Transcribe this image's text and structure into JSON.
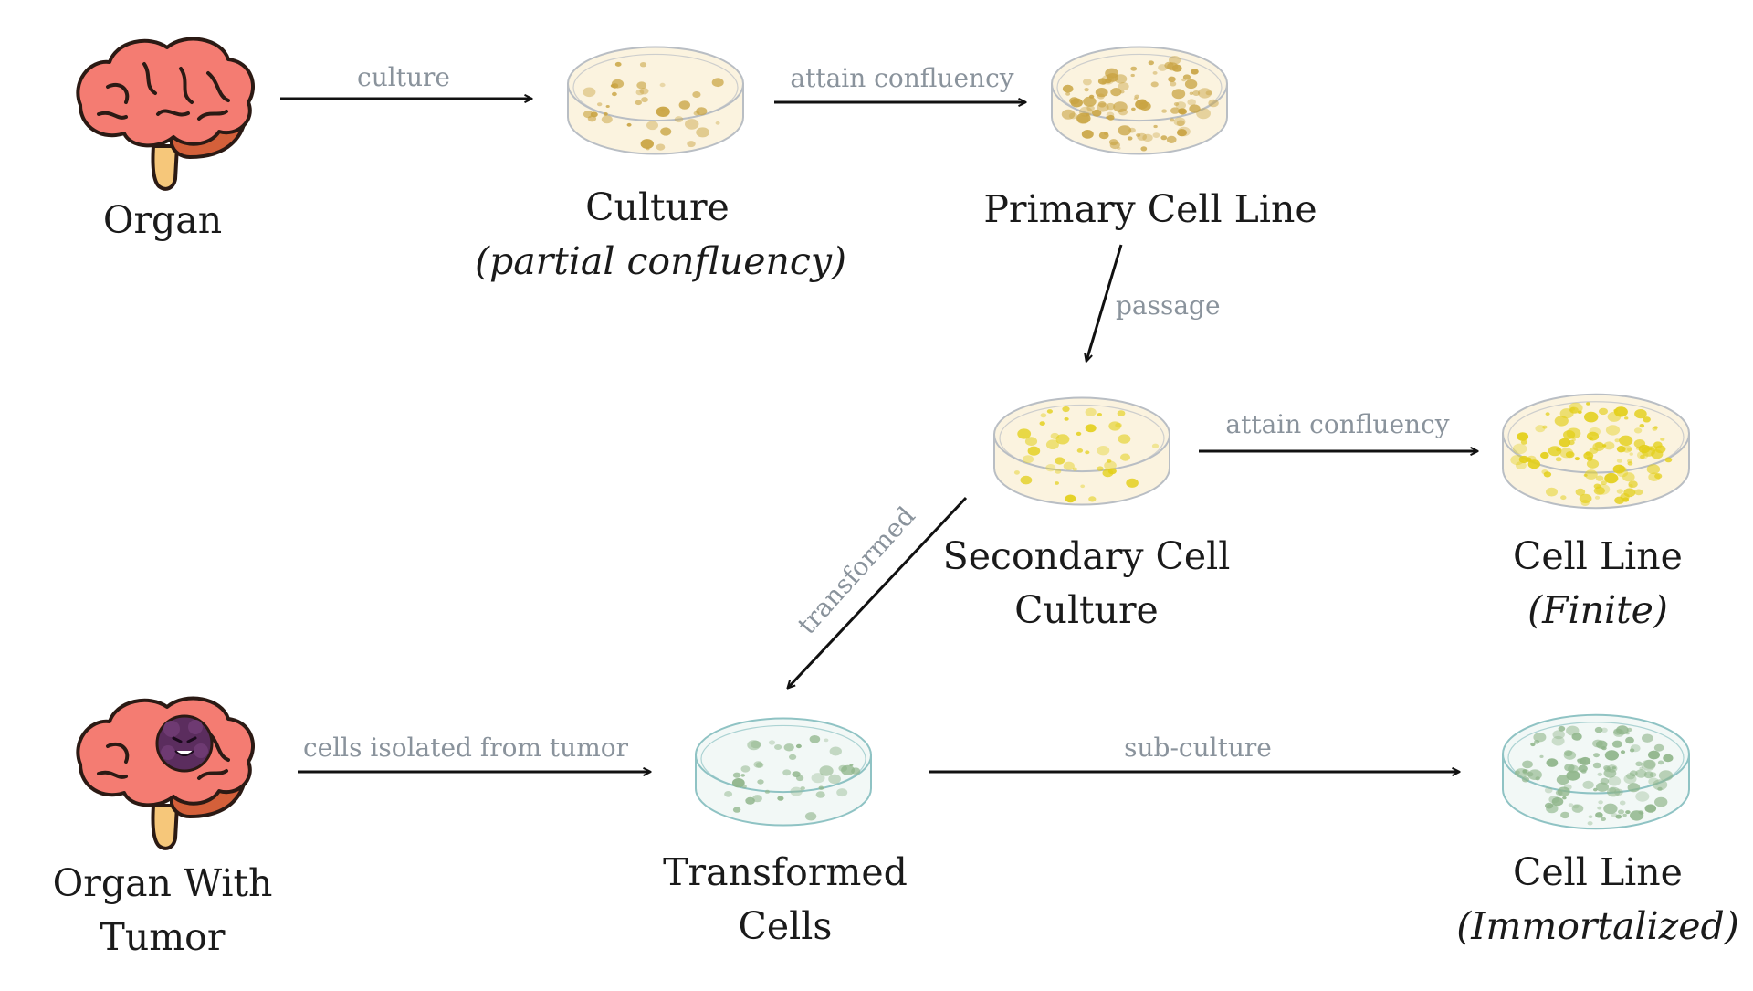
{
  "nodes": {
    "organ": {
      "line1": "Organ"
    },
    "culture": {
      "line1": "Culture",
      "line2": "(partial confluency)"
    },
    "primary": {
      "line1": "Primary Cell Line"
    },
    "secondary": {
      "line1": "Secondary Cell",
      "line2": "Culture"
    },
    "finite": {
      "line1": "Cell Line",
      "line2": "(Finite)"
    },
    "tumor_organ": {
      "line1": "Organ With",
      "line2": "Tumor"
    },
    "transformed": {
      "line1": "Transformed",
      "line2": "Cells"
    },
    "immortal": {
      "line1": "Cell Line",
      "line2": "(Immortalized)"
    }
  },
  "edges": {
    "culture": "culture",
    "confluency1": "attain confluency",
    "passage": "passage",
    "confluency2": "attain confluency",
    "transformed": "transformed",
    "isolated": "cells isolated from tumor",
    "subculture": "sub-culture"
  },
  "colors": {
    "brain": "#f47c72",
    "brain_dark": "#d4603a",
    "stem": "#f6c77a",
    "dish_tan": "#c9a443",
    "dish_yellow": "#e3cf1a",
    "dish_green": "#8fb58a",
    "arrow": "#111111",
    "edge_text": "#8a939c"
  },
  "icons": [
    "brain-icon",
    "brain-with-tumor-icon",
    "petri-dish-icon"
  ]
}
